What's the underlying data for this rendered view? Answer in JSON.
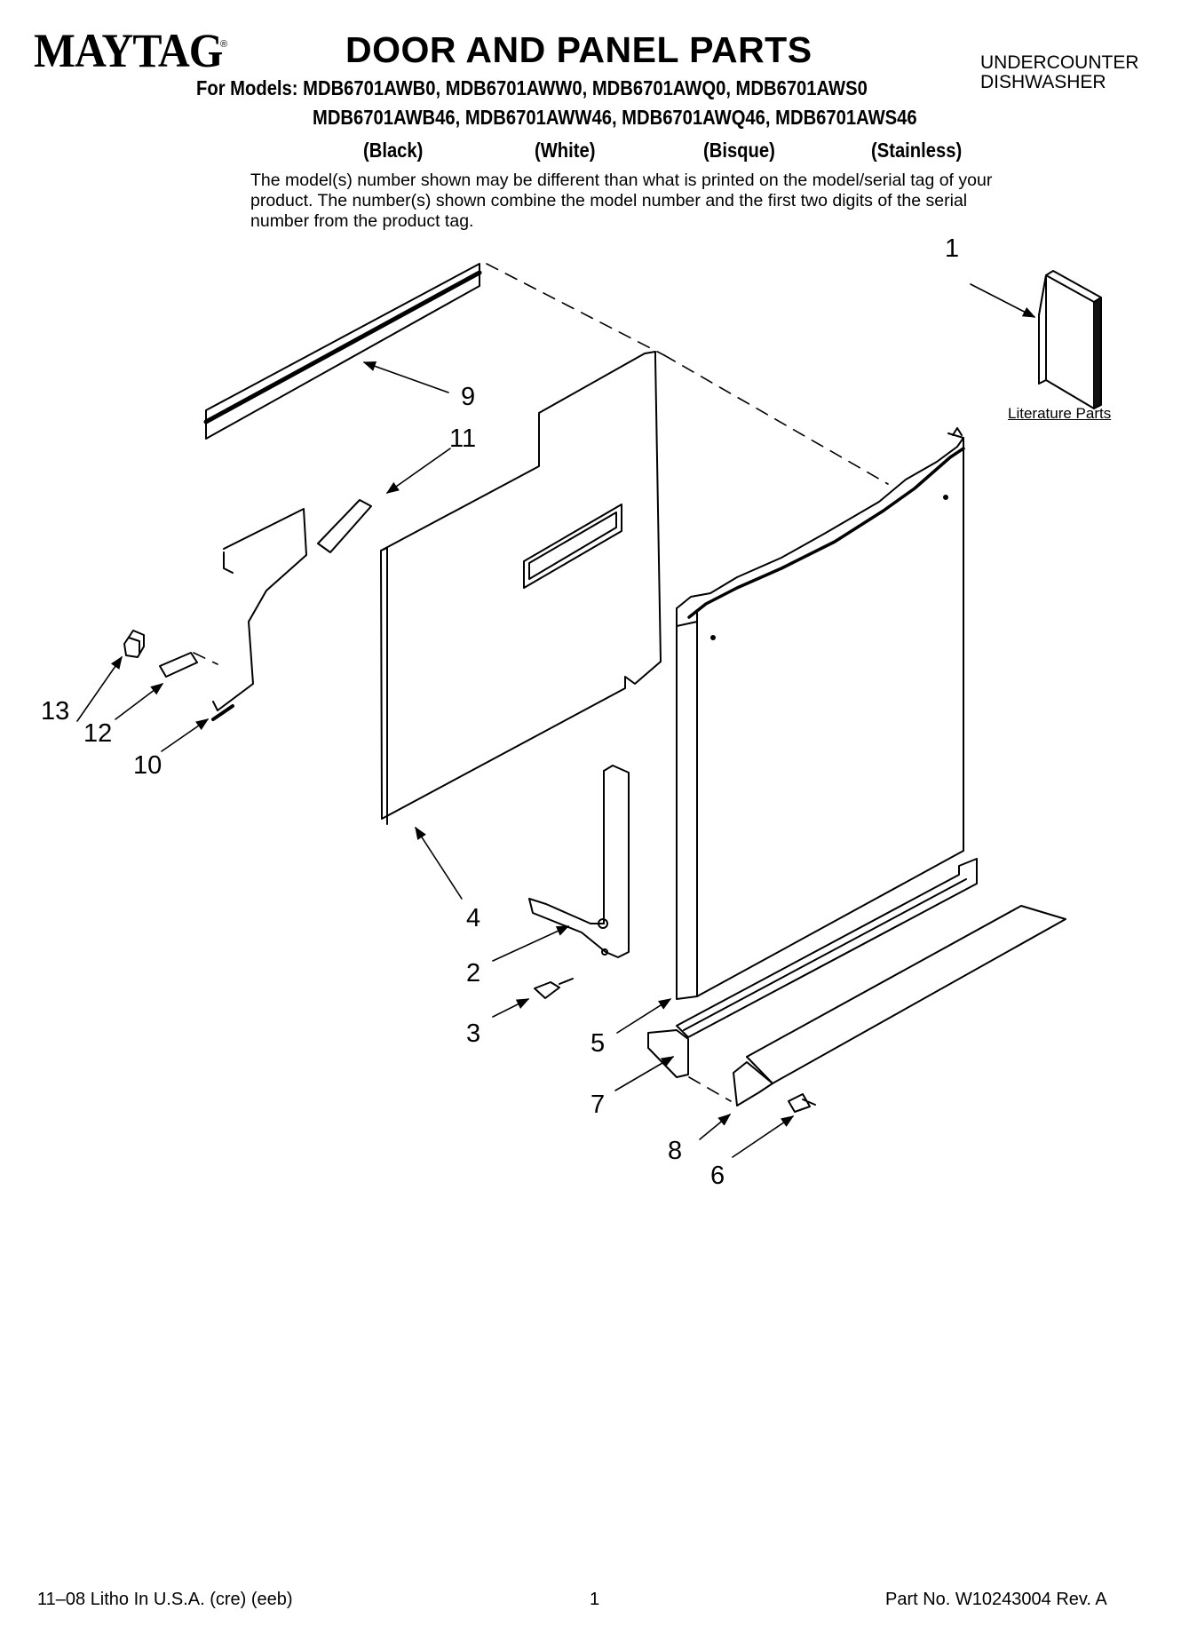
{
  "header": {
    "brand": "MAYTAG",
    "brand_mark": "®",
    "title": "DOOR AND PANEL PARTS",
    "product_type": "UNDERCOUNTER DISHWASHER",
    "models_line1": "For Models: MDB6701AWB0,   MDB6701AWW0,   MDB6701AWQ0,   MDB6701AWS0",
    "models_line2": "MDB6701AWB46, MDB6701AWW46, MDB6701AWQ46, MDB6701AWS46",
    "colors": [
      "(Black)",
      "(White)",
      "(Bisque)",
      "(Stainless)"
    ],
    "note": "The model(s) number shown may be different than what is printed on the model/serial tag of your product. The number(s) shown combine the model number and the first two digits of the serial number from the product tag."
  },
  "diagram": {
    "literature_label": "Literature Parts",
    "callouts": [
      "1",
      "2",
      "3",
      "4",
      "5",
      "6",
      "7",
      "8",
      "9",
      "10",
      "11",
      "12",
      "13"
    ]
  },
  "footer": {
    "litho": "11–08 Litho In U.S.A. (cre) (eeb)",
    "page": "1",
    "part_no": "Part No. W10243004 Rev. A"
  }
}
